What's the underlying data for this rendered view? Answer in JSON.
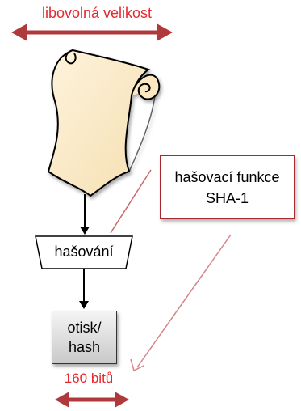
{
  "top_label": "libovolná velikost",
  "process_label": "hašování",
  "output_label": "otisk/\nhash",
  "callout_label": "hašovací funkce\nSHA-1",
  "bottom_label": "160 bitů",
  "icons": {
    "document": "scroll-icon"
  },
  "colors": {
    "label_red": "#e8262b",
    "arrow_red": "#b0393c",
    "scroll_fill": "#fbeccb",
    "callout_border": "#a8292d"
  }
}
